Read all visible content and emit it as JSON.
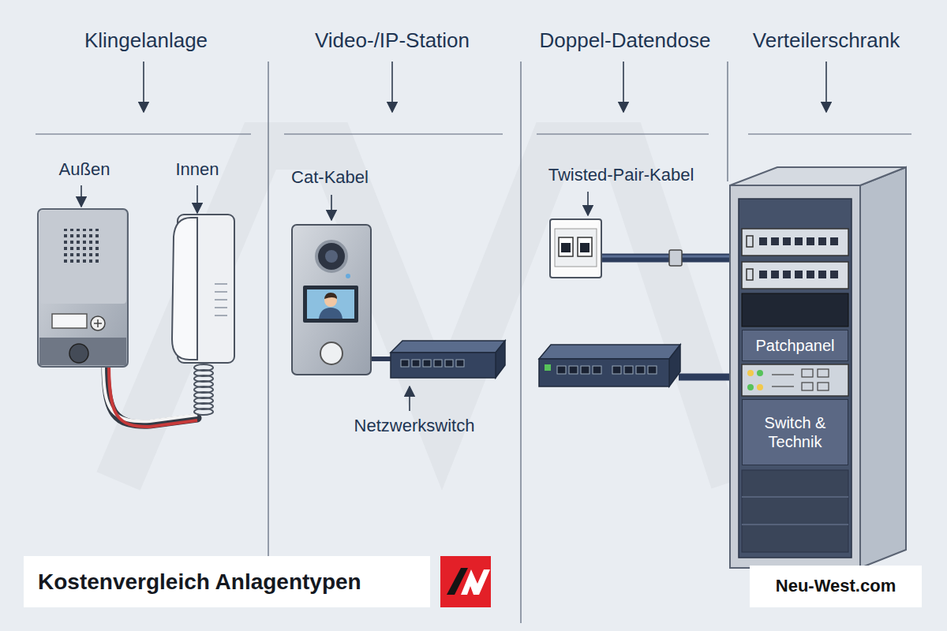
{
  "diagram": {
    "title": "Kostenvergleich Anlagentypen",
    "nodes": [
      {
        "text": [
          "Patchpanel"
        ]
      },
      {
        "text": [
          "Switch & Technik"
        ]
      }
    ],
    "labels": [
      "Klingelanlage",
      "Video-/IP-Station",
      "Doppel-Datendose",
      "Verteilerschrank",
      "Außen",
      "Innen",
      "Cat-Kabel",
      "Netzwerkswitch",
      "Twisted-Pair-Kabel",
      "Neu-West.com"
    ]
  }
}
